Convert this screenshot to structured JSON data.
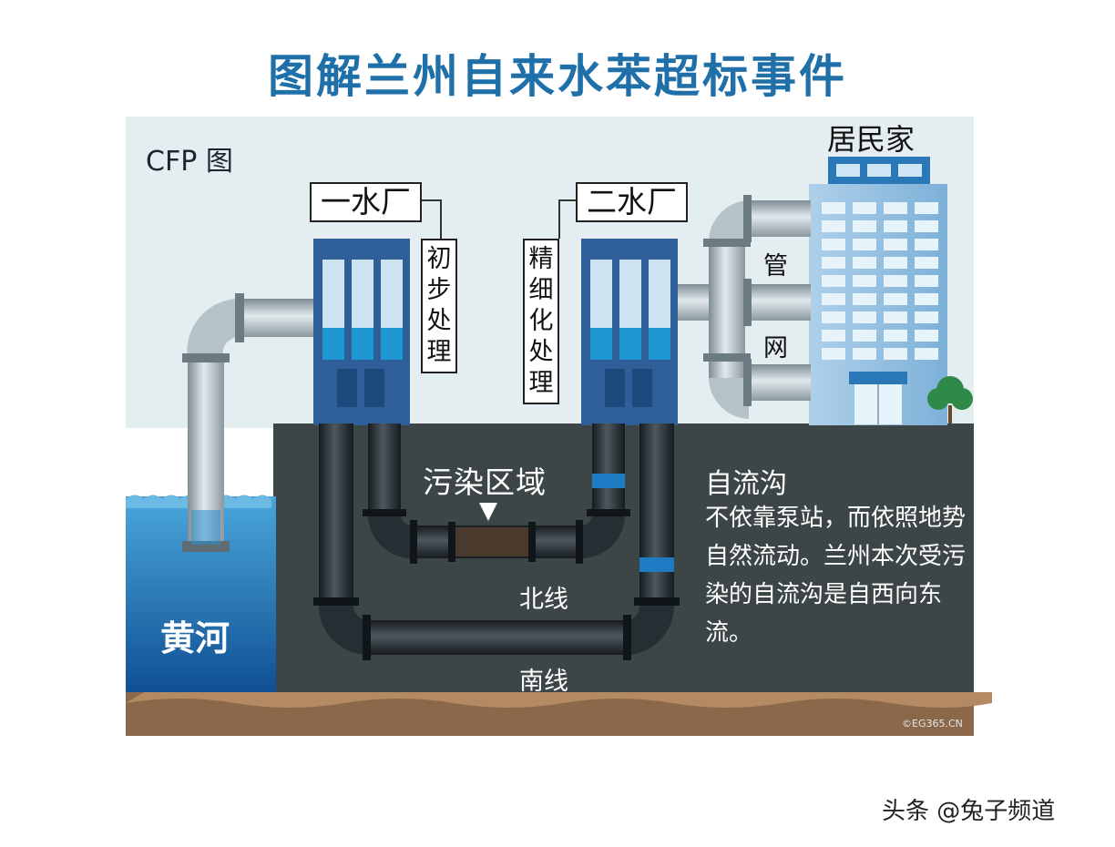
{
  "title": "图解兰州自来水苯超标事件",
  "credit": "CFP 图",
  "plant1": {
    "name": "一水厂",
    "process": "初步处理"
  },
  "plant2": {
    "name": "二水厂",
    "process": "精细化处理"
  },
  "residence": "居民家",
  "pipe_network": [
    "管",
    "网"
  ],
  "river": "黄河",
  "pollution_zone": "污染区域",
  "north_line": "北线",
  "south_line": "南线",
  "ditch": {
    "title": "自流沟",
    "description": "不依靠泵站，而依照地势自然流动。兰州本次受污染的自流沟是自西向东流。"
  },
  "watermark": "©EG365.CN",
  "footer": "头条 @兔子频道",
  "colors": {
    "sky": "#e3ecef",
    "ground": "#3c4546",
    "river": "#1e80c4",
    "soil": "#8a6648",
    "pipe_dark": "#2a3238",
    "pipe_light": "#aebbc2",
    "plant": "#2e5d96",
    "accent_band": "#1d7cc4"
  }
}
